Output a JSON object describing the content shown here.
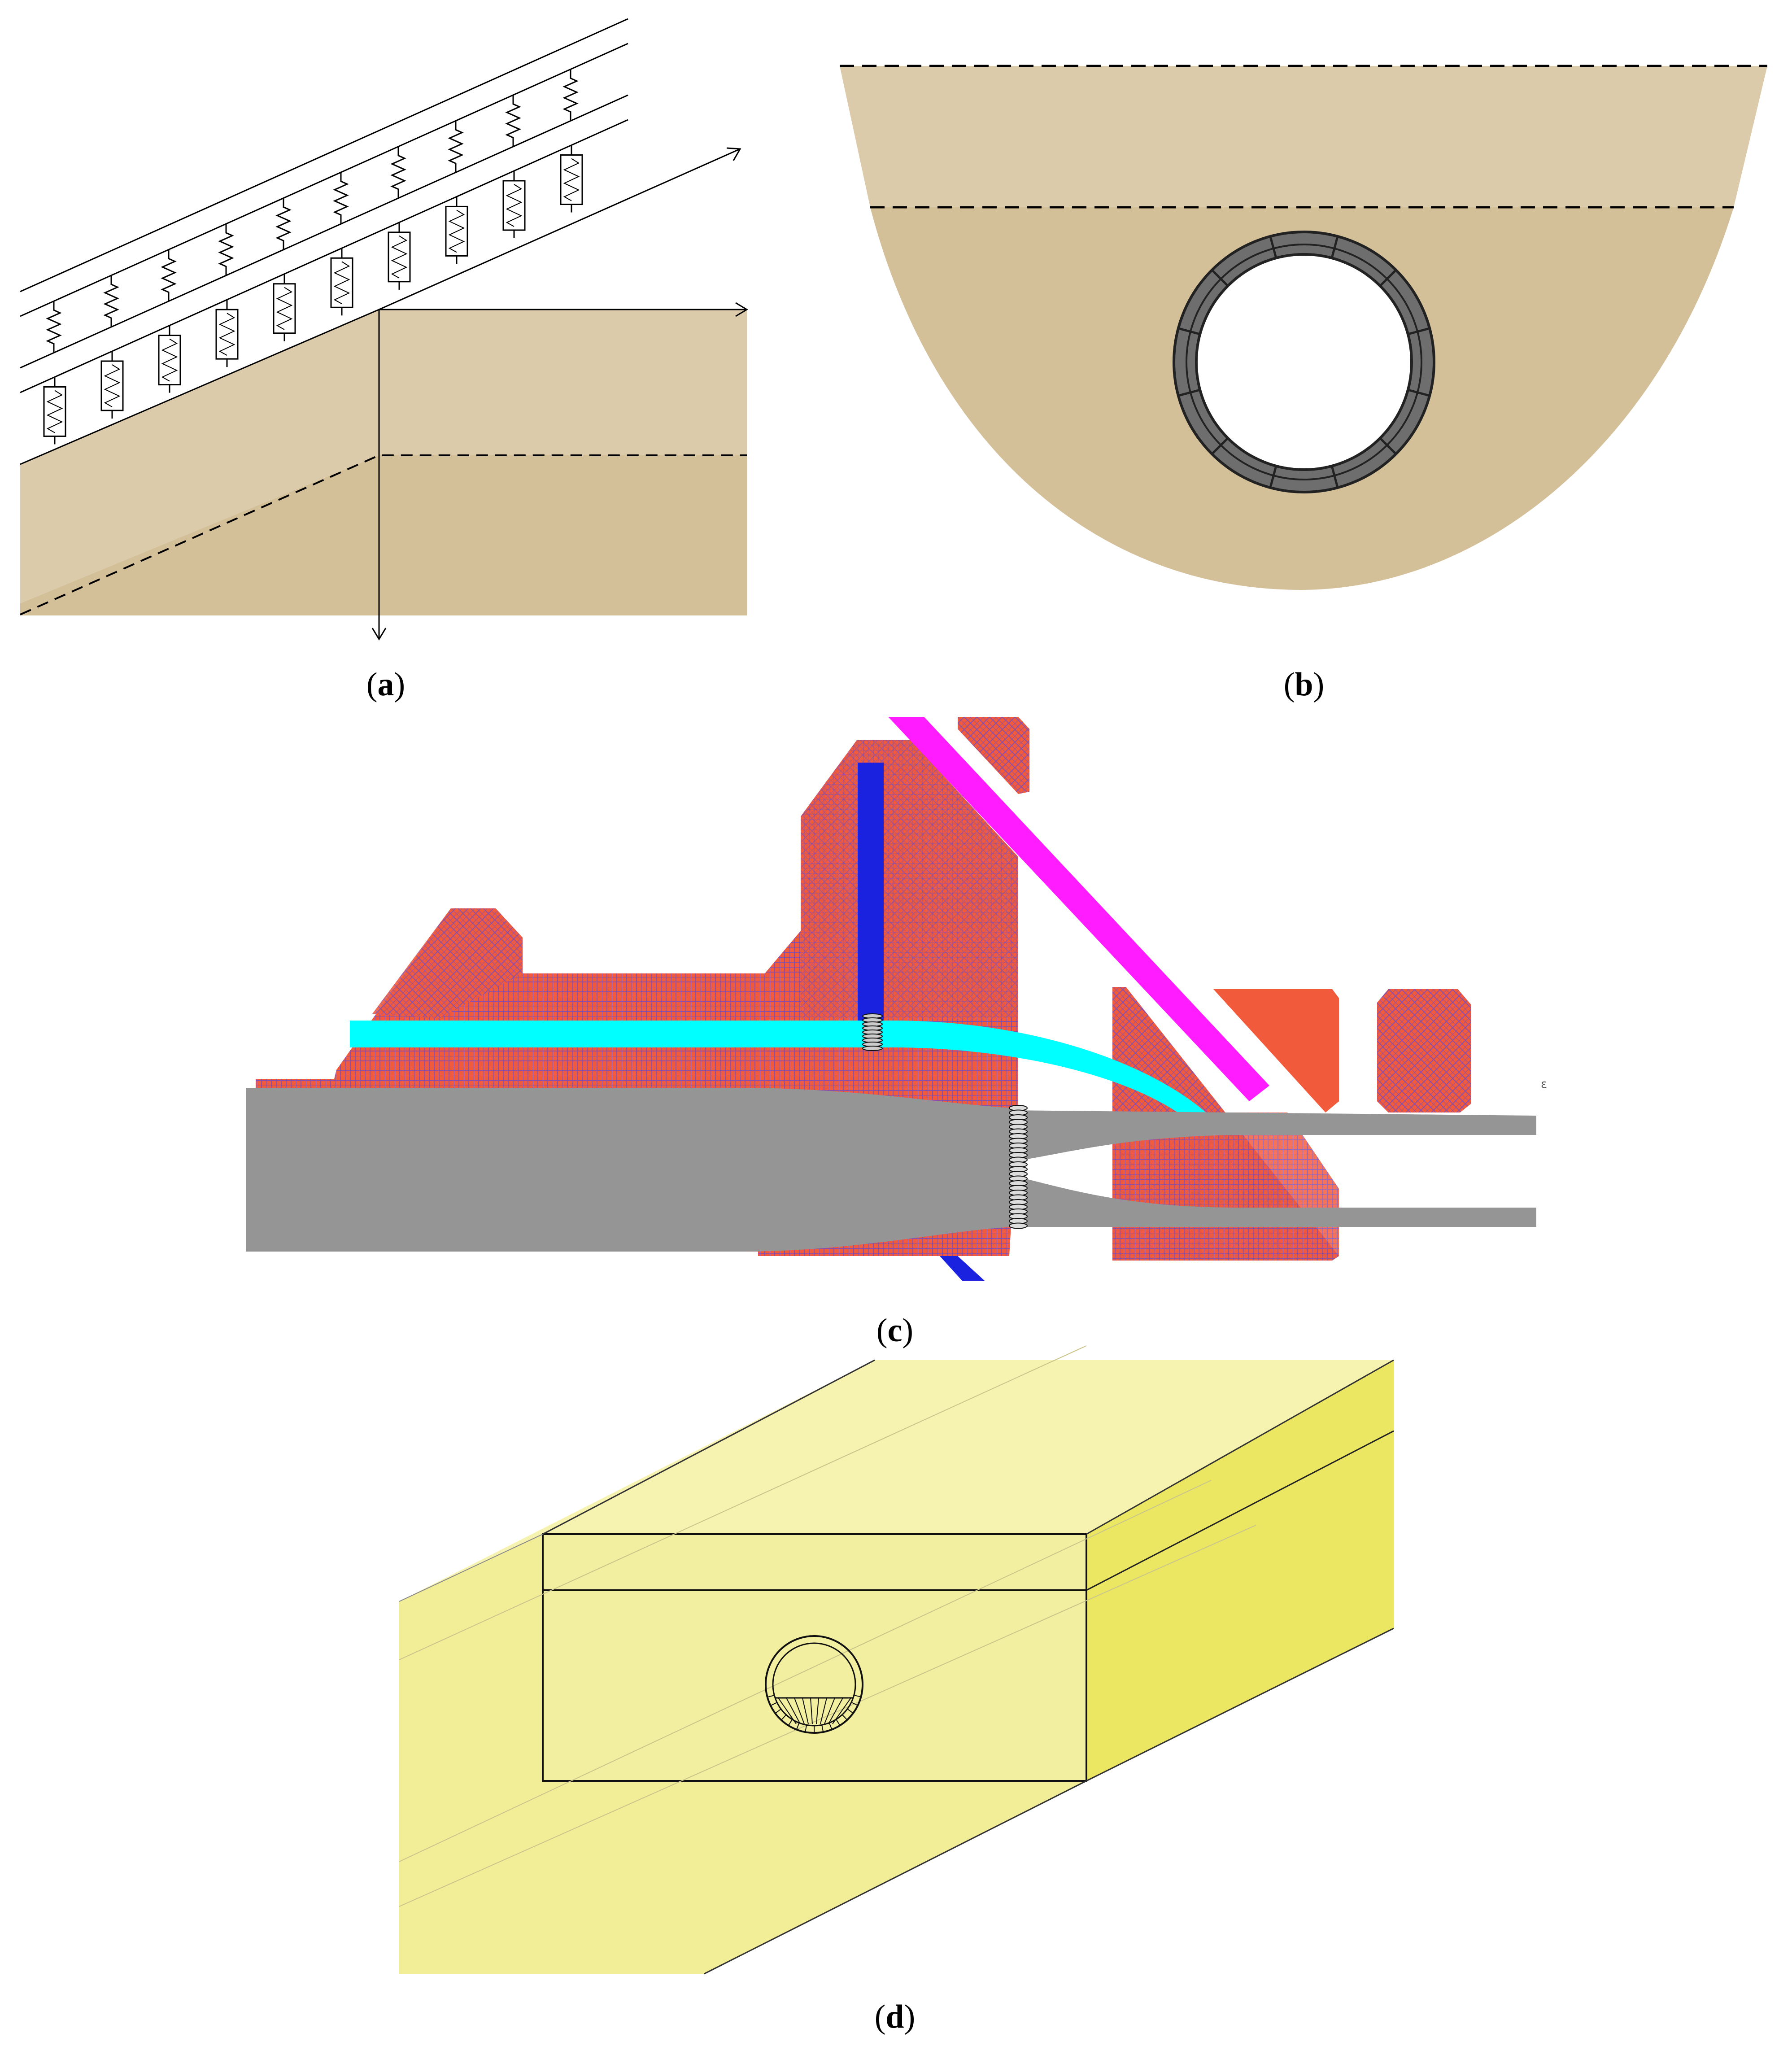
{
  "panels": [
    {
      "id": "a",
      "caption_letter": "a"
    },
    {
      "id": "b",
      "caption_letter": "b"
    },
    {
      "id": "c",
      "caption_letter": "c"
    },
    {
      "id": "d",
      "caption_letter": "d"
    }
  ],
  "colors": {
    "soil_upper": "#dccbaa",
    "soil_lower": "#d3bf98",
    "lining": "#6e6e6e",
    "mesh_red": "#f25a3c",
    "mesh_blue": "#1a22e0",
    "cyan": "#00ffff",
    "magenta": "#ff1cff",
    "gray": "#959595",
    "yellow_light": "#f6f2b0",
    "yellow_mid": "#f2ee98",
    "yellow_dark": "#ece763"
  },
  "icons": [
    "spring-icon",
    "dashpot-icon",
    "axis-arrow-icon"
  ]
}
